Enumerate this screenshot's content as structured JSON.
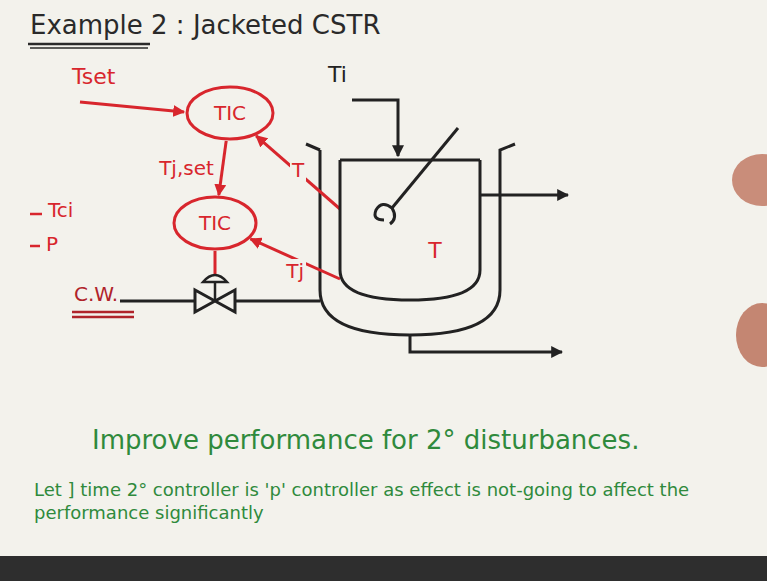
{
  "diagram": {
    "title": "Example 2 : Jacketed CSTR",
    "nodes": [
      {
        "text": [
          "TIC"
        ]
      },
      {
        "text": [
          "TIC"
        ]
      },
      {
        "text": [
          "T"
        ]
      }
    ],
    "edges": [
      {
        "from": 2,
        "to": 0,
        "label": "T",
        "arrow": "to"
      },
      {
        "from": 0,
        "to": 1,
        "label": "Tj,set",
        "arrow": "to"
      },
      {
        "from": 2,
        "to": 1,
        "label": "Tj",
        "arrow": "to"
      }
    ],
    "labels": [
      "Tset",
      "Ti",
      "Tci",
      "P",
      "C.W.",
      "Improve performance for 2° disturbances.",
      "Let ] time 2° controller is 'p' controller as effect is not-going to affect the performance significantly"
    ]
  }
}
